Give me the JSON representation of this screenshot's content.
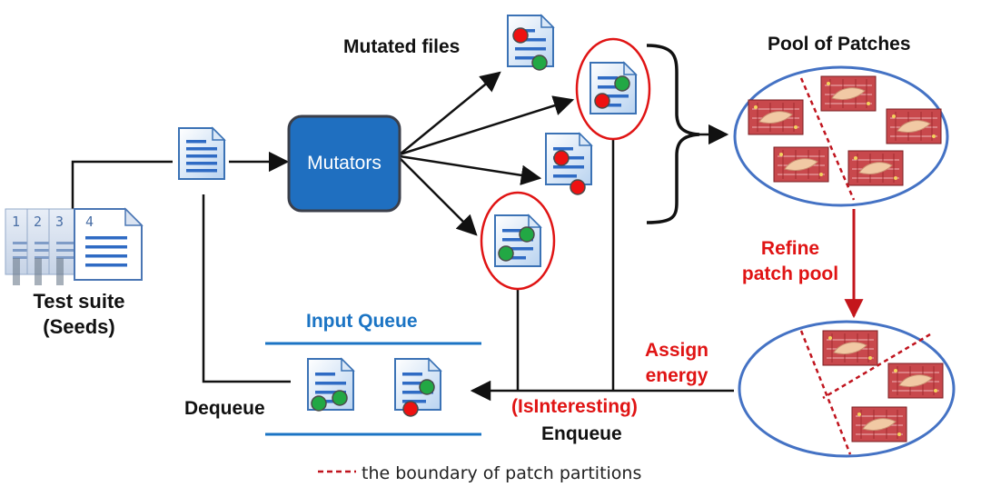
{
  "labels": {
    "mutated_files": "Mutated files",
    "pool_of_patches": "Pool of Patches",
    "mutators": "Mutators",
    "test_suite_line1": "Test suite",
    "test_suite_line2": "(Seeds)",
    "input_queue": "Input Queue",
    "dequeue": "Dequeue",
    "is_interesting": "(IsInteresting)",
    "enqueue": "Enqueue",
    "refine_line1": "Refine",
    "refine_line2": "patch pool",
    "assign_line1": "Assign",
    "assign_line2": "energy",
    "legend": "the boundary of patch partitions"
  },
  "seed_page_numbers": [
    "1",
    "2",
    "3",
    "4"
  ],
  "colors": {
    "mutator_box": "#1f6fc0",
    "accent_red": "#e01414",
    "queue_blue": "#1b74c4",
    "pool_ellipse": "#4472c4",
    "dot_red": "#ee1111",
    "dot_green": "#22a844",
    "partition_line": "#c0141e"
  },
  "icons": [
    "document-icon",
    "seed-stack-icon",
    "patch-image-icon",
    "curly-brace-icon"
  ]
}
